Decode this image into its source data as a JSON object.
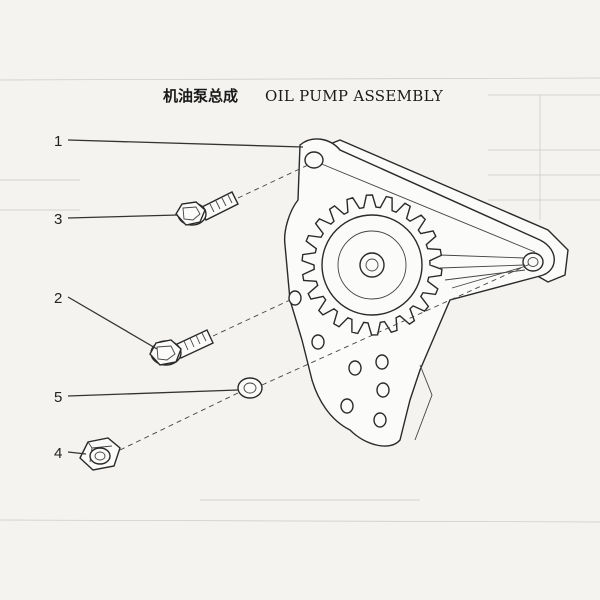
{
  "title": {
    "cn": "机油泵总成",
    "en": "OIL PUMP ASSEMBLY"
  },
  "callouts": [
    {
      "id": "1",
      "label": "1"
    },
    {
      "id": "3",
      "label": "3"
    },
    {
      "id": "2",
      "label": "2"
    },
    {
      "id": "5",
      "label": "5"
    },
    {
      "id": "4",
      "label": "4"
    }
  ],
  "colors": {
    "ink": "#2a2a2a",
    "paper": "#f4f3ef"
  }
}
